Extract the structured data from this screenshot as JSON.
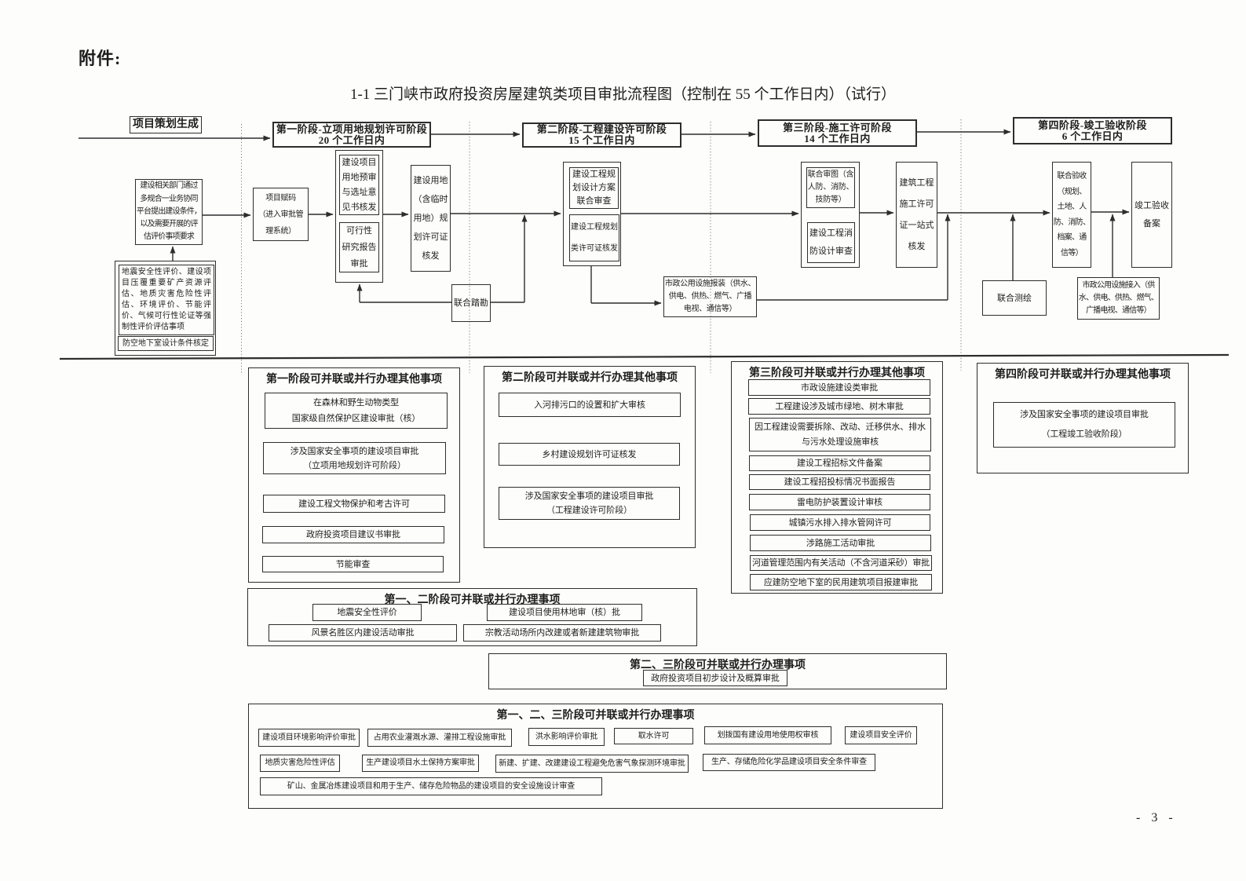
{
  "page": {
    "attachment_label": "附件:",
    "title": "1-1 三门峡市政府投资房屋建筑类项目审批流程图（控制在 55 个工作日内）（试行）",
    "page_number": "- 3 -"
  },
  "flow": {
    "start": "项目策划生成",
    "stage_headers": [
      {
        "name": "第一阶段-立项用地规划许可阶段",
        "duration": "20 个工作日内"
      },
      {
        "name": "第二阶段-工程建设许可阶段",
        "duration": "15 个工作日内"
      },
      {
        "name": "第三阶段-施工许可阶段",
        "duration": "14 个工作日内"
      },
      {
        "name": "第四阶段-竣工验收阶段",
        "duration": "6 个工作日内"
      }
    ],
    "nodes": {
      "related_depts": "建设相关部门通过\n多规合一业务协同\n平台提出建设条件，\n以及需要开展的评\n估评价事项要求",
      "mandatory_evals": "地震安全性评价、建设项目压覆重要矿产资源评估、地质灾害危险性评估、环境评价、节能评价、气候可行性论证等强制性评价评估事项",
      "civil_defense": "防空地下室设计条件核定",
      "project_code": "项目赋码\n（进入审批管\n理系统）",
      "land_prereview": "建设项目\n用地预审\n与选址意\n见书核发",
      "feasibility": "可行性\n研究报告\n审批",
      "land_permit": "建设用地\n（含临时\n用地）规\n划许可证\n核发",
      "joint_site_survey": "联合踏勘",
      "plan_scheme_review": "建设工程规\n划设计方案\n联合审查",
      "plan_permit": "建设工程规划\n类许可证核发",
      "utility_apply": "市政公用设施报装（供水、\n供电、供热、燃气、广播\n电视、通信等）",
      "joint_drawing_review": "联合审图（含\n人防、消防、\n技防等）",
      "fire_design_review": "建设工程消\n防设计审查",
      "construction_permit": "建筑工程\n施工许可\n证一站式\n核发",
      "joint_acceptance": "联合验收\n（规划、\n土地、人\n防、消防、\n档案、通\n信等）",
      "completion_filing": "竣工验收\n备案",
      "joint_surveying": "联合测绘",
      "utility_access": "市政公用设施接入（供\n水、供电、供热、燃气、\n广播电视、通信等）"
    }
  },
  "panels": [
    {
      "title": "第一阶段可并联或并行办理其他事项",
      "items": [
        "在森林和野生动物类型\n国家级自然保护区建设审批（核）",
        "涉及国家安全事项的建设项目审批\n（立项用地规划许可阶段）",
        "建设工程文物保护和考古许可",
        "政府投资项目建议书审批",
        "节能审查"
      ]
    },
    {
      "title": "第二阶段可并联或并行办理其他事项",
      "items": [
        "入河排污口的设置和扩大审核",
        "乡村建设规划许可证核发",
        "涉及国家安全事项的建设项目审批\n（工程建设许可阶段）"
      ]
    },
    {
      "title": "第三阶段可并联或并行办理其他事项",
      "items": [
        "市政设施建设类审批",
        "工程建设涉及城市绿地、树木审批",
        "因工程建设需要拆除、改动、迁移供水、排水\n与污水处理设施审核",
        "建设工程招标文件备案",
        "建设工程招投标情况书面报告",
        "雷电防护装置设计审核",
        "城镇污水排入排水管网许可",
        "涉路施工活动审批",
        "河道管理范围内有关活动（不含河道采砂）审批",
        "应建防空地下室的民用建筑项目报建审批"
      ]
    },
    {
      "title": "第四阶段可并联或并行办理其他事项",
      "items": [
        "涉及国家安全事项的建设项目审批\n（工程竣工验收阶段）"
      ]
    },
    {
      "title": "第一、二阶段可并联或并行办理事项",
      "items": [
        "地震安全性评价",
        "建设项目使用林地审（核）批",
        "风景名胜区内建设活动审批",
        "宗教活动场所内改建或者新建建筑物审批"
      ]
    },
    {
      "title": "第二、三阶段可并联或并行办理事项",
      "items": [
        "政府投资项目初步设计及概算审批"
      ]
    },
    {
      "title": "第一、二、三阶段可并联或并行办理事项",
      "items": [
        "建设项目环境影响评价审批",
        "占用农业灌溉水源、灌排工程设施审批",
        "洪水影响评价审批",
        "取水许可",
        "划拨国有建设用地使用权审核",
        "建设项目安全评价",
        "地质灾害危险性评估",
        "生产建设项目水土保持方案审批",
        "新建、扩建、改建建设工程避免危害气象探测环境审批",
        "生产、存储危险化学品建设项目安全条件审查",
        "矿山、金属冶炼建设项目和用于生产、储存危险物品的建设项目的安全设施设计审查"
      ]
    }
  ]
}
